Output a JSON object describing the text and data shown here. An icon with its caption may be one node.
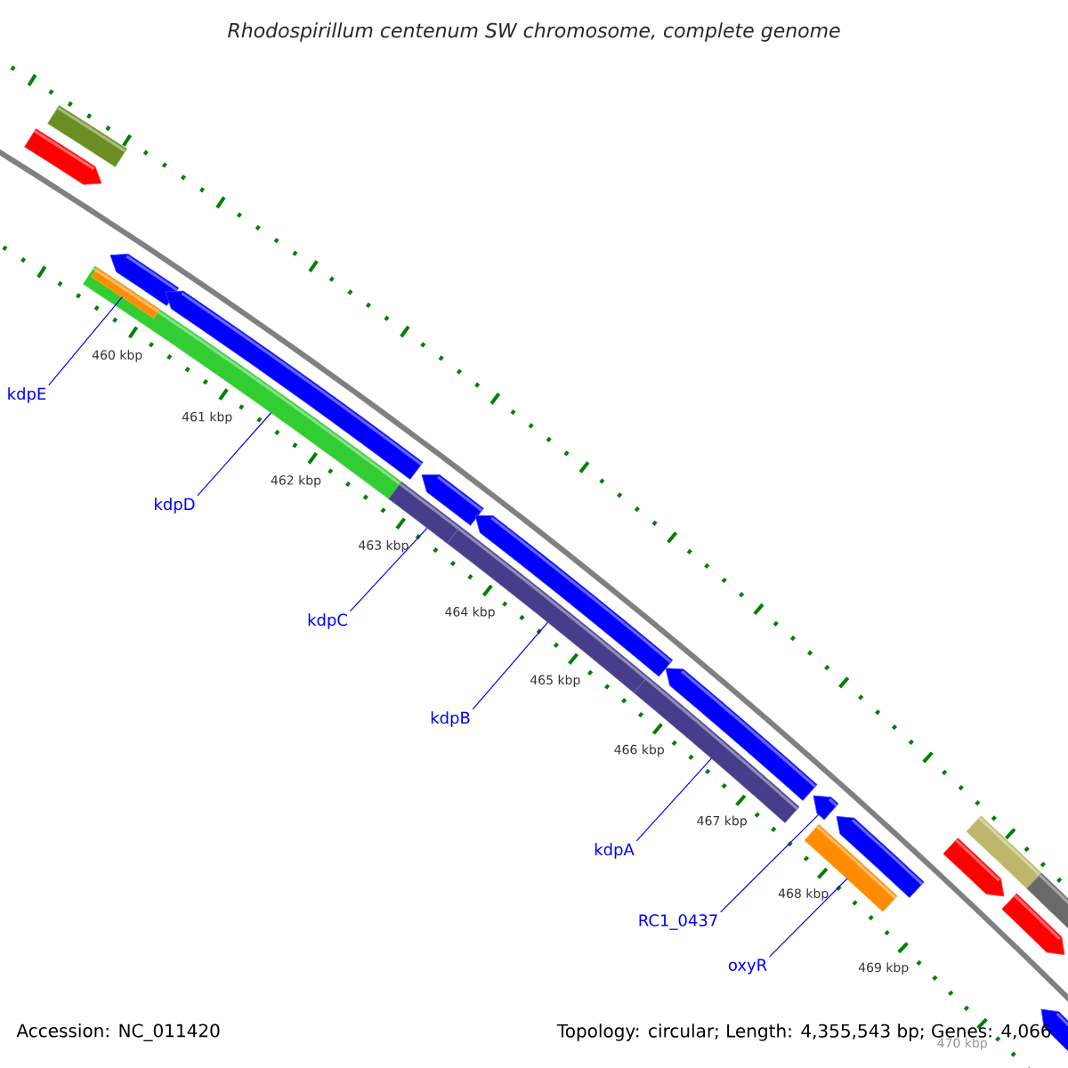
{
  "diagram": {
    "title": "Rhodospirillum centenum SW chromosome, complete genome",
    "nodes": [
      {
        "text": [
          "kdpE"
        ]
      },
      {
        "text": [
          "kdpD"
        ]
      },
      {
        "text": [
          "kdpC"
        ]
      },
      {
        "text": [
          "kdpB"
        ]
      },
      {
        "text": [
          "kdpA"
        ]
      },
      {
        "text": [
          "RC1_0437"
        ]
      },
      {
        "text": [
          "oxyR"
        ]
      },
      {
        "text": [],
        "shape": "pentagon"
      },
      {
        "text": [],
        "shape": "bar"
      },
      {
        "text": [],
        "shape": "bar"
      },
      {
        "text": [],
        "shape": "bar",
        "in": 9
      },
      {
        "text": [],
        "shape": "pentagon"
      },
      {
        "text": [],
        "shape": "pentagon"
      },
      {
        "text": [],
        "shape": "bar"
      },
      {
        "text": [],
        "shape": "pentagon"
      },
      {
        "text": [],
        "shape": "bar"
      },
      {
        "text": [],
        "shape": "pentagon"
      },
      {
        "text": [],
        "shape": "bar"
      },
      {
        "text": [],
        "shape": "pentagon"
      },
      {
        "text": [],
        "shape": "bar"
      },
      {
        "text": [],
        "shape": "pentagon"
      },
      {
        "text": [],
        "shape": "pentagon"
      },
      {
        "text": [],
        "shape": "pentagon"
      },
      {
        "text": [],
        "shape": "bar"
      },
      {
        "text": [],
        "shape": "pentagon"
      },
      {
        "text": [],
        "shape": "bar"
      },
      {
        "text": [],
        "shape": "pentagon"
      }
    ],
    "edges": [
      {
        "from": 0,
        "to": 10,
        "arrow": "none"
      },
      {
        "from": 1,
        "to": 9,
        "arrow": "none"
      },
      {
        "from": 2,
        "to": 13,
        "arrow": "none"
      },
      {
        "from": 3,
        "to": 15,
        "arrow": "none"
      },
      {
        "from": 4,
        "to": 17,
        "arrow": "none"
      },
      {
        "from": 5,
        "to": 20,
        "arrow": "none"
      },
      {
        "from": 6,
        "to": 19,
        "arrow": "none"
      }
    ],
    "labels": [
      "460 kbp",
      "461 kbp",
      "462 kbp",
      "463 kbp",
      "464 kbp",
      "465 kbp",
      "466 kbp",
      "467 kbp",
      "468 kbp",
      "469 kbp",
      "470 kbp",
      "Accession: NC_011420",
      "Topology: circular; Length: 4,355,543 bp; Genes: 4,066"
    ]
  }
}
